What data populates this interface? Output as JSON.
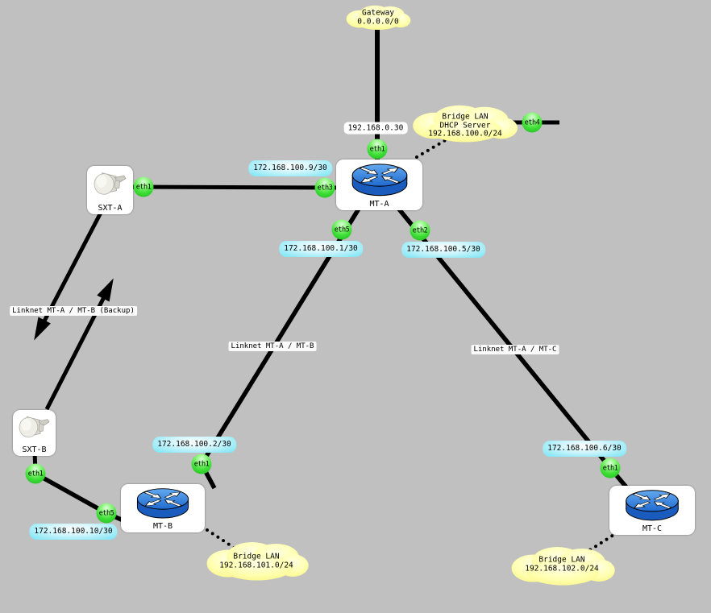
{
  "canvas": {
    "background": "#c0c0c0"
  },
  "colors": {
    "link": "#000000",
    "cloud_fill": "#ffff8e",
    "port_fill": "#3ede36",
    "address_label_fill": "#8ce8f6",
    "device_box_fill": "#ffffff",
    "router_icon_fill": "#2e7fe0"
  },
  "devices": {
    "mt_a": {
      "name": "MT-A"
    },
    "mt_b": {
      "name": "MT-B"
    },
    "mt_c": {
      "name": "MT-C"
    },
    "sxt_a": {
      "name": "SXT-A"
    },
    "sxt_b": {
      "name": "SXT-B"
    }
  },
  "clouds": {
    "gateway": {
      "line1": "Gateway",
      "line2": "0.0.0.0/0"
    },
    "dhcp": {
      "line1": "Bridge LAN",
      "line2": "DHCP Server",
      "line3": "192.168.100.0/24"
    },
    "lan_b": {
      "line1": "Bridge LAN",
      "line2": "192.168.101.0/24"
    },
    "lan_c": {
      "line1": "Bridge LAN",
      "line2": "192.168.102.0/24"
    }
  },
  "ports": {
    "mt_a_eth1": "eth1",
    "mt_a_eth2": "eth2",
    "mt_a_eth3": "eth3",
    "mt_a_eth4": "eth4",
    "mt_a_eth5": "eth5",
    "sxt_a_eth1": "eth1",
    "sxt_b_eth1": "eth1",
    "mt_b_eth1": "eth1",
    "mt_b_eth5": "eth5",
    "mt_c_eth1": "eth1"
  },
  "addresses": {
    "wan": "192.168.0.30",
    "link_a9": "172.168.100.9/30",
    "link_a1": "172.168.100.1/30",
    "link_a5": "172.168.100.5/30",
    "link_b2": "172.168.100.2/30",
    "link_b10": "172.168.100.10/30",
    "link_c6": "172.168.100.6/30"
  },
  "links": {
    "backup": "Linknet MT-A / MT-B (Backup)",
    "ab": "Linknet MT-A / MT-B",
    "ac": "Linknet MT-A / MT-C"
  }
}
